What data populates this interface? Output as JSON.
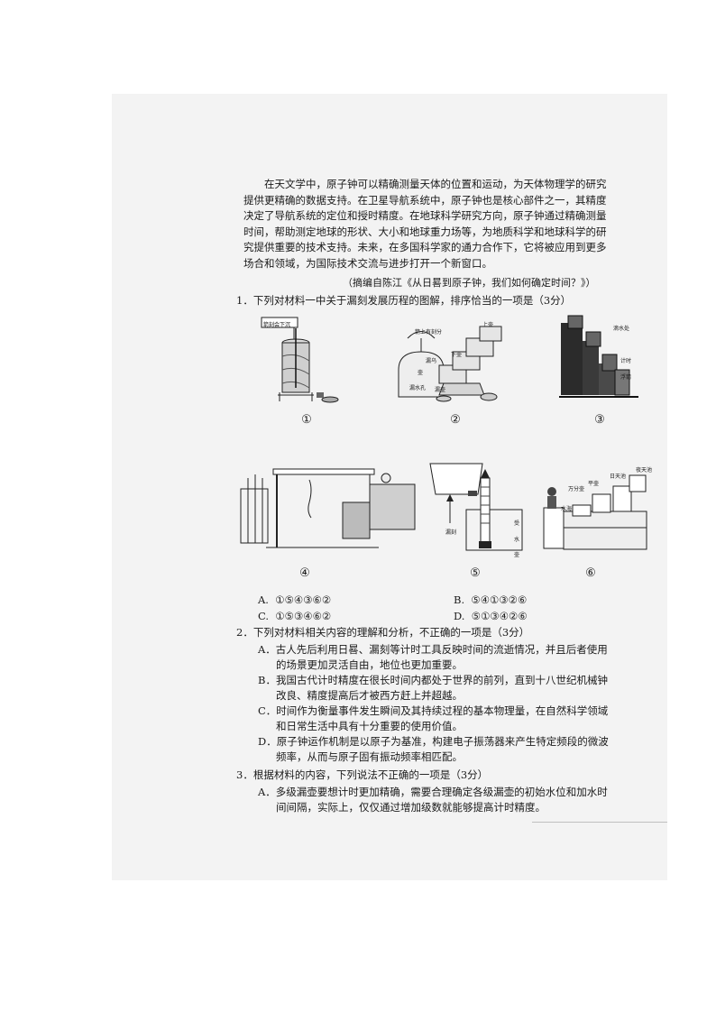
{
  "passage": {
    "lines": [
      "在天文学中，原子钟可以精确测量天体的位置和运动，为天体物理学的研究",
      "提供更精确的数据支持。在卫星导航系统中，原子钟也是核心部件之一，其精度",
      "决定了导航系统的定位和授时精度。在地球科学研究方向，原子钟通过精确测量",
      "时间，帮助测定地球的形状、大小和地球重力场等，为地质科学和地球科学的研",
      "究提供重要的技术支持。未来，在多国科学家的通力合作下，它将被应用到更多",
      "场合和领域，为国际技术交流与进步打开一个新窗口。"
    ],
    "source": "（摘编自陈江《从日晷到原子钟，我们如何确定时间？》）"
  },
  "q1": {
    "stem": "1．下列对材料一中关于漏刻发展历程的图解，排序恰当的一项是（3分）",
    "figures": [
      "①",
      "②",
      "③",
      "④",
      "⑤",
      "⑥"
    ],
    "labels": {
      "f1_top": "箭刻会下沉",
      "f2_a": "箭上有刻分",
      "f2_b": "下壶",
      "f2_c": "上壶",
      "f2_d": "漏乌",
      "f2_e": "壶",
      "f2_f": "漏水孔",
      "f2_g": "漏壶",
      "f3_a": "滴水处",
      "f3_b": "计时浮箭",
      "f5_a": "漏刻",
      "f5_b": "受水壶",
      "f6_a": "夜天池",
      "f6_b": "日天池",
      "f6_c": "平壶",
      "f6_d": "万分壶",
      "f6_e": "水海"
    },
    "options": [
      {
        "key": "A.",
        "text": "①⑤④③⑥②"
      },
      {
        "key": "B.",
        "text": "⑤④①③②⑥"
      },
      {
        "key": "C.",
        "text": "①⑤③④⑥②"
      },
      {
        "key": "D.",
        "text": "⑤①③④②⑥"
      }
    ]
  },
  "q2": {
    "stem": "2．下列对材料相关内容的理解和分析，不正确的一项是（3分）",
    "options": [
      {
        "lines": [
          "A．古人先后利用日晷、漏刻等计时工具反映时间的流逝情况，并且后者使用",
          "的场景更加灵活自由，地位也更加重要。"
        ]
      },
      {
        "lines": [
          "B．我国古代计时精度在很长时间内都处于世界的前列，直到十八世纪机械钟",
          "改良、精度提高后才被西方赶上并超越。"
        ]
      },
      {
        "lines": [
          "C．时间作为衡量事件发生瞬间及其持续过程的基本物理量，在自然科学领域",
          "和日常生活中具有十分重要的使用价值。"
        ]
      },
      {
        "lines": [
          "D．原子钟运作机制是以原子为基准，构建电子振荡器来产生特定频段的微波",
          "频率，从而与原子固有振动频率相匹配。"
        ]
      }
    ]
  },
  "q3": {
    "stem": "3．根据材料的内容，下列说法不正确的一项是（3分）",
    "options": [
      {
        "lines": [
          "A．多级漏壶要想计时更加精确，需要合理确定各级漏壶的初始水位和加水时",
          "间间隔，实际上，仅仅通过增加级数就能够提高计时精度。"
        ]
      }
    ]
  }
}
